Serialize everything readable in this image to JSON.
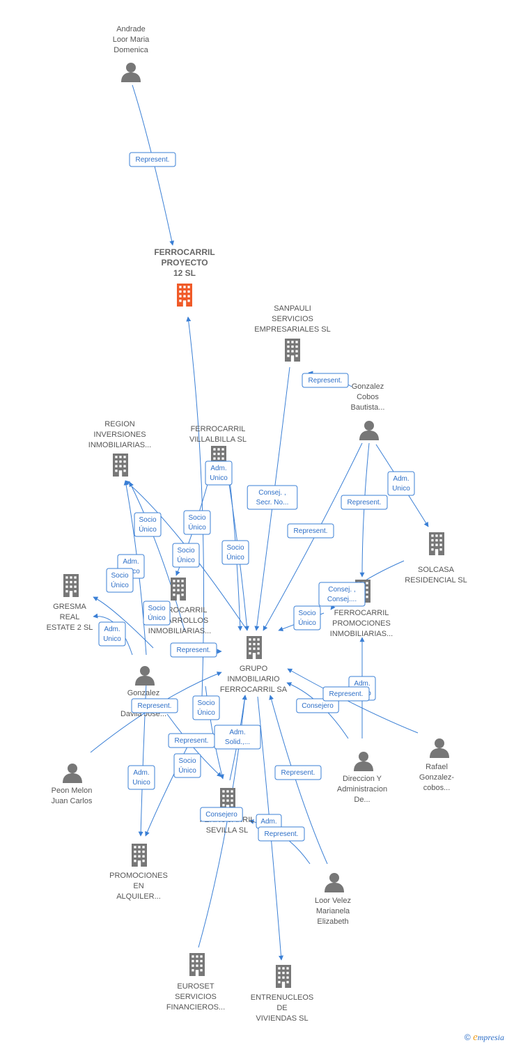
{
  "colors": {
    "edge": "#3a7fd5",
    "company": "#777777",
    "main_company": "#f05a28",
    "person": "#777777"
  },
  "nodes": [
    {
      "id": "andrade",
      "kind": "person",
      "lines": [
        "Andrade",
        "Loor Maria",
        "Domenica"
      ]
    },
    {
      "id": "fp12",
      "kind": "company-main",
      "lines": [
        "FERROCARRIL",
        "PROYECTO",
        "12  SL"
      ]
    },
    {
      "id": "sanpauli",
      "kind": "company",
      "lines": [
        "SANPAULI",
        "SERVICIOS",
        "EMPRESARIALES SL"
      ]
    },
    {
      "id": "gcb",
      "kind": "person",
      "lines": [
        "Gonzalez",
        "Cobos",
        "Bautista..."
      ]
    },
    {
      "id": "region",
      "kind": "company",
      "lines": [
        "REGION",
        "INVERSIONES",
        "INMOBILIARIAS..."
      ]
    },
    {
      "id": "villalbilla",
      "kind": "company",
      "lines": [
        "FERROCARRIL",
        "VILLALBILLA  SL"
      ]
    },
    {
      "id": "solcasa",
      "kind": "company",
      "lines": [
        "SOLCASA",
        "RESIDENCIAL SL"
      ]
    },
    {
      "id": "gresma",
      "kind": "company",
      "lines": [
        "GRESMA",
        "REAL",
        "ESTATE 2  SL"
      ]
    },
    {
      "id": "desarrollos",
      "kind": "company",
      "lines": [
        "FERROCARRIL",
        "DESARROLLOS",
        "INMOBILIARIAS..."
      ]
    },
    {
      "id": "promo",
      "kind": "company",
      "lines": [
        "FERROCARRIL",
        "PROMOCIONES",
        "INMOBILIARIAS..."
      ]
    },
    {
      "id": "grupo",
      "kind": "company",
      "lines": [
        "GRUPO",
        "INMOBILIARIO",
        "FERROCARRIL SA"
      ]
    },
    {
      "id": "gcd",
      "kind": "person",
      "lines": [
        "Gonzalez",
        "Cobos",
        "Davila Jose..."
      ]
    },
    {
      "id": "peon",
      "kind": "person",
      "lines": [
        "Peon Melon",
        "Juan Carlos"
      ]
    },
    {
      "id": "direccion",
      "kind": "person",
      "lines": [
        "Direccion Y",
        "Administracion",
        "De..."
      ]
    },
    {
      "id": "rafael",
      "kind": "person",
      "lines": [
        "Rafael",
        "Gonzalez-",
        "cobos..."
      ]
    },
    {
      "id": "sevilla",
      "kind": "company",
      "lines": [
        "FERROCARRIL",
        "SEVILLA  SL"
      ]
    },
    {
      "id": "alquiler",
      "kind": "company",
      "lines": [
        "PROMOCIONES",
        "EN",
        "ALQUILER..."
      ]
    },
    {
      "id": "loorvelez",
      "kind": "person",
      "lines": [
        "Loor Velez",
        "Marianela",
        "Elizabeth"
      ]
    },
    {
      "id": "euroset",
      "kind": "company",
      "lines": [
        "EUROSET",
        "SERVICIOS",
        "FINANCIEROS..."
      ]
    },
    {
      "id": "entrenucleos",
      "kind": "company",
      "lines": [
        "ENTRENUCLEOS",
        "DE",
        "VIVIENDAS SL"
      ]
    }
  ],
  "edge_labels": [
    [
      "Represent."
    ],
    [
      "Represent."
    ],
    [
      "Adm.",
      "Unico"
    ],
    [
      "Consej. ,",
      "Secr. No..."
    ],
    [
      "Represent."
    ],
    [
      "Represent."
    ],
    [
      "Adm.",
      "Unico"
    ],
    [
      "Socio",
      "Único"
    ],
    [
      "Socio",
      "Único"
    ],
    [
      "Socio",
      "Único"
    ],
    [
      "Adm.",
      "Unico"
    ],
    [
      "Socio",
      "Único"
    ],
    [
      "Adm.",
      "Unico"
    ],
    [
      "Socio",
      "Único"
    ],
    [
      "Socio",
      "Único"
    ],
    [
      "Consej. ,",
      "Consej...."
    ],
    [
      "Socio",
      "Único"
    ],
    [
      "Represent."
    ],
    [
      "Represent."
    ],
    [
      "Represent."
    ],
    [
      "Adm.",
      "Unico"
    ],
    [
      "Consejero"
    ],
    [
      "Socio",
      "Único"
    ],
    [
      "Adm.",
      "Solid.,..."
    ],
    [
      "Represent."
    ],
    [
      "Adm.",
      "Unico"
    ],
    [
      "Socio",
      "Único"
    ],
    [
      "Represent."
    ],
    [
      "Consejero"
    ],
    [
      "Adm."
    ],
    [
      "Represent."
    ]
  ],
  "footer": {
    "copyright": "©",
    "brand_e": "e",
    "brand_rest": "mpresia"
  }
}
